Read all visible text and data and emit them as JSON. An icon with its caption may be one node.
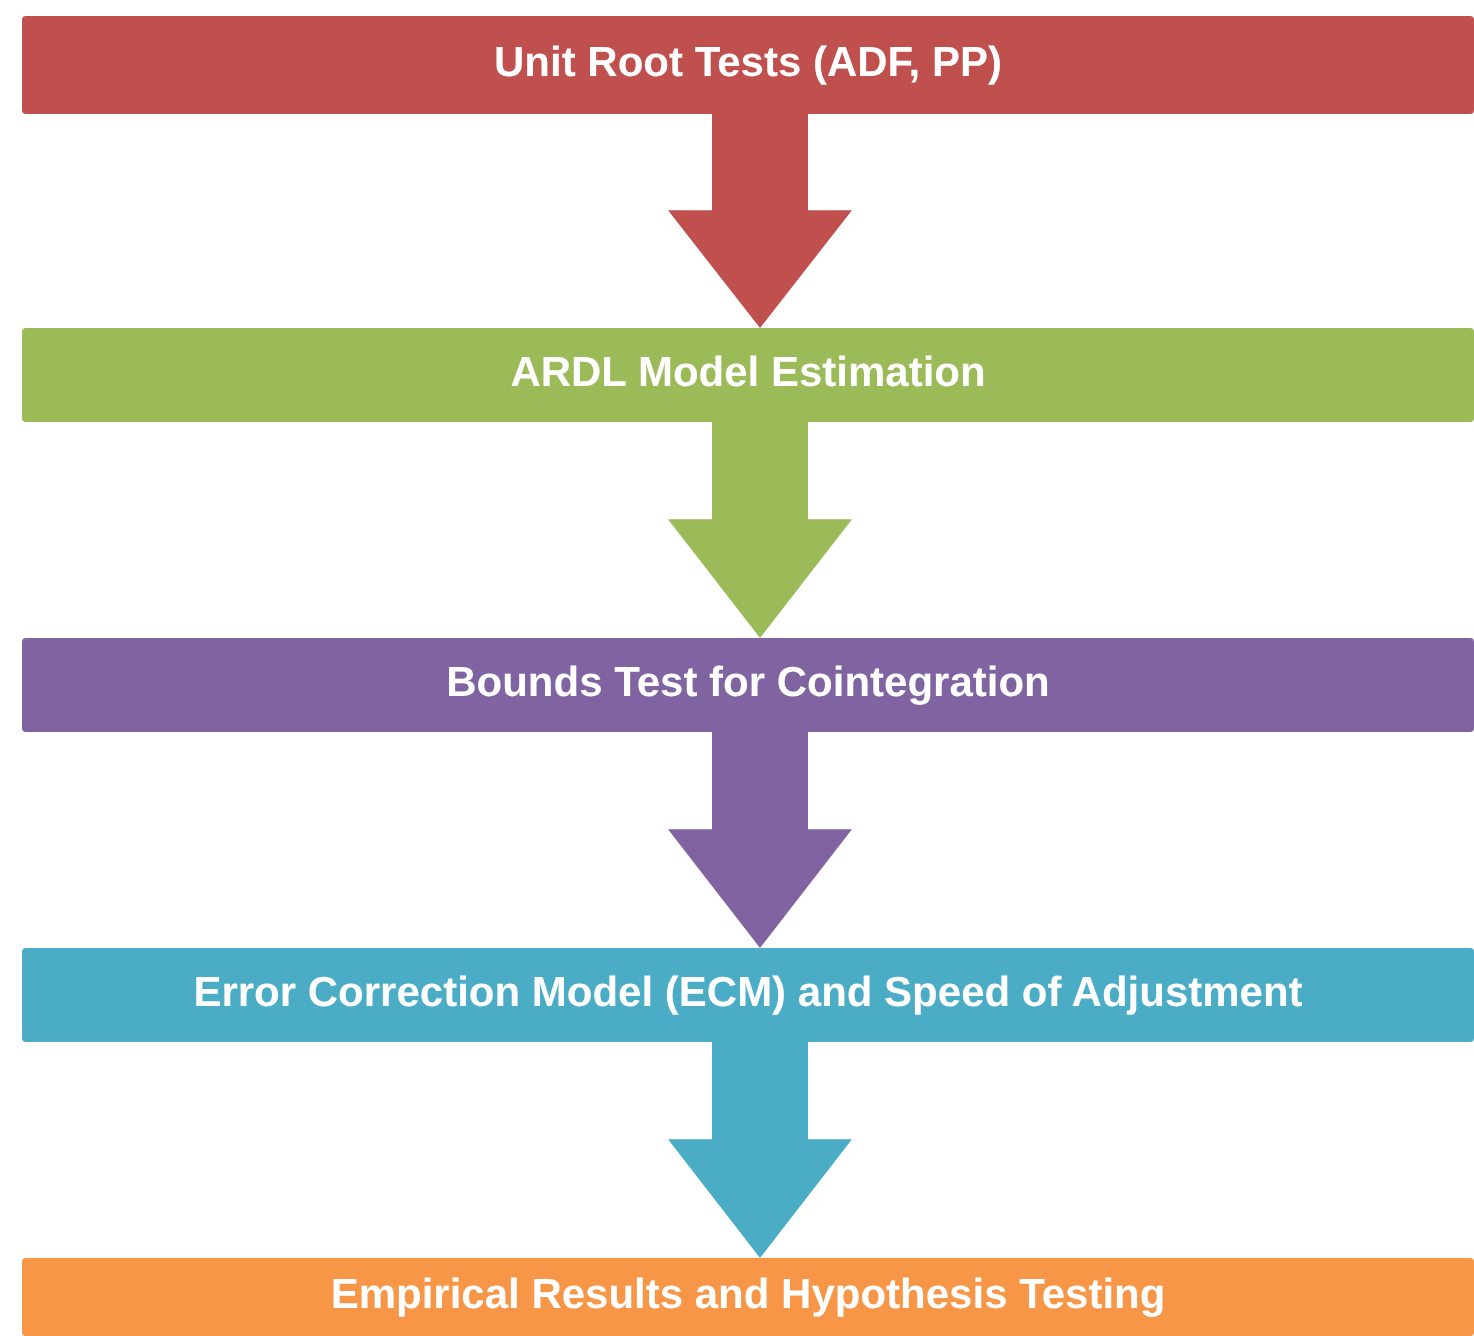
{
  "diagram": {
    "nodes": [
      {
        "text": [
          "Unit Root Tests (ADF, PP)"
        ]
      },
      {
        "text": [
          "ARDL Model Estimation"
        ]
      },
      {
        "text": [
          "Bounds Test for Cointegration"
        ]
      },
      {
        "text": [
          "Error Correction Model (ECM) and Speed of Adjustment"
        ]
      },
      {
        "text": [
          "Empirical Results and Hypothesis Testing"
        ]
      }
    ],
    "edges": [
      {
        "from": 0,
        "to": 1,
        "arrow": "to",
        "style": "thick",
        "color": "#c0504d"
      },
      {
        "from": 1,
        "to": 2,
        "arrow": "to",
        "style": "thick",
        "color": "#9bbb59"
      },
      {
        "from": 2,
        "to": 3,
        "arrow": "to",
        "style": "thick",
        "color": "#8064a2"
      },
      {
        "from": 3,
        "to": 4,
        "arrow": "to",
        "style": "thick",
        "color": "#4bacc6"
      }
    ]
  }
}
